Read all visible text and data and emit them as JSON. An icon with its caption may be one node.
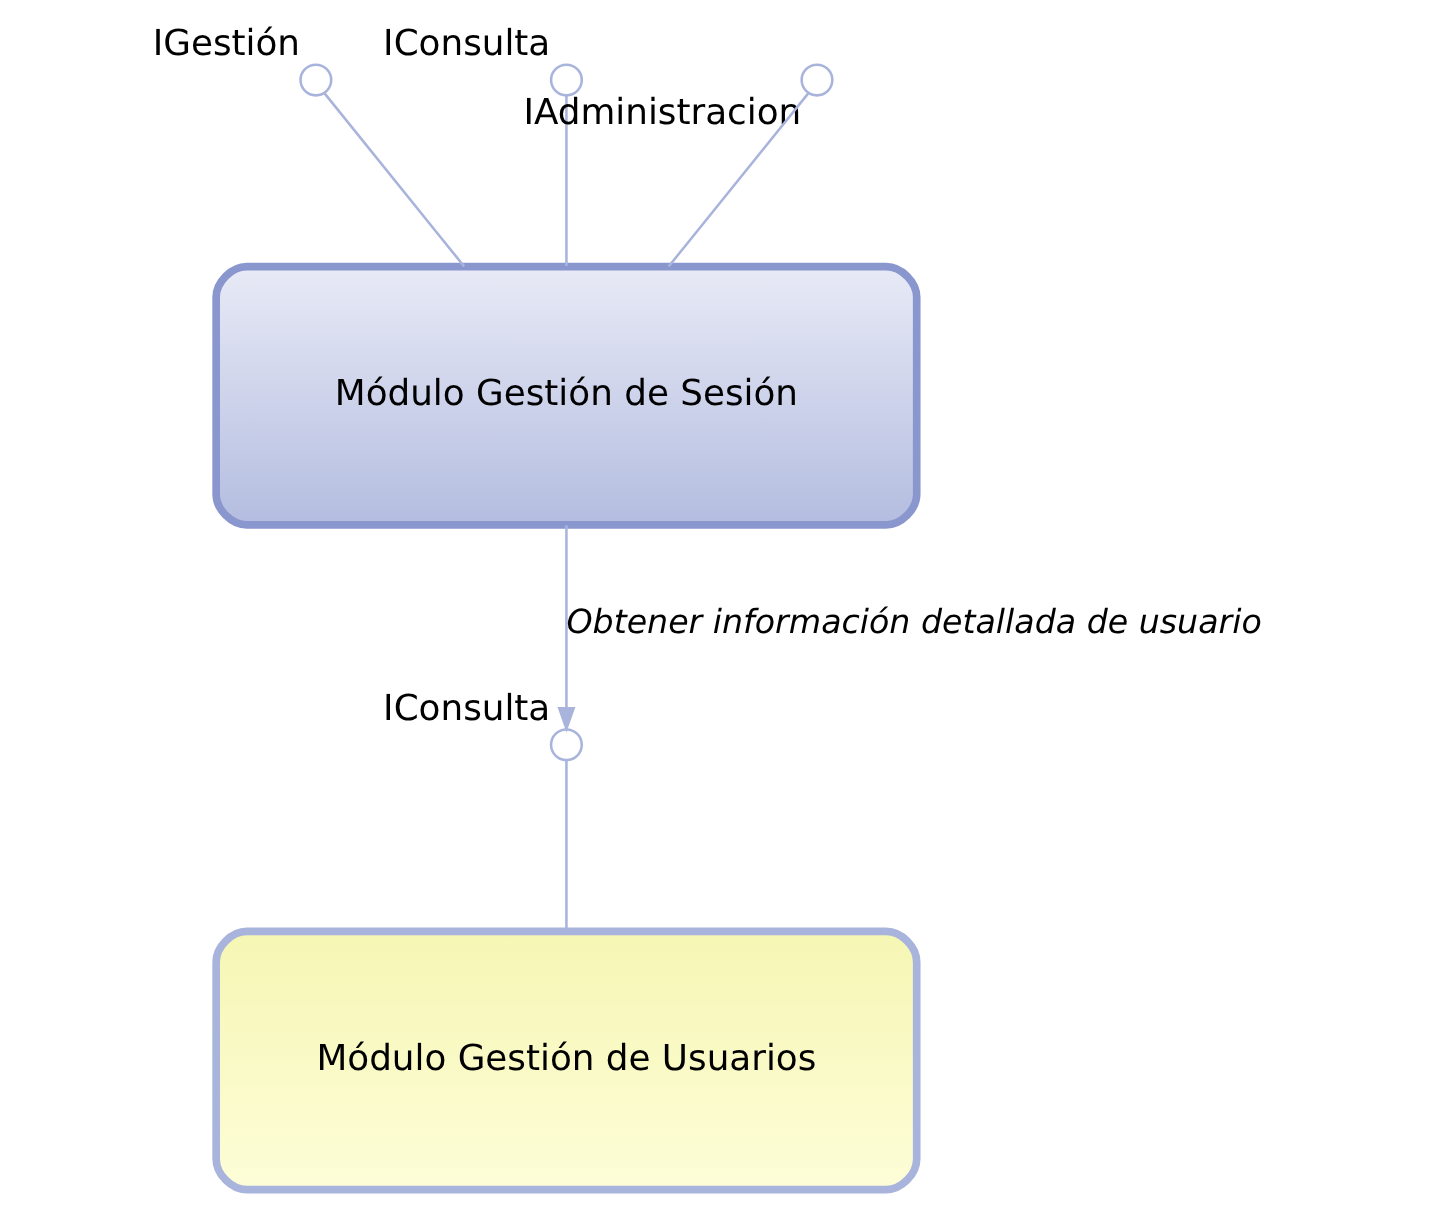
{
  "diagram": {
    "nodes": [
      {
        "text": [],
        "shape": "circle",
        "beside": [
          "IGestión"
        ]
      },
      {
        "text": [],
        "shape": "circle",
        "beside": [
          "IConsulta"
        ]
      },
      {
        "text": [],
        "shape": "circle",
        "beside": [
          "IAdministracion"
        ]
      },
      {
        "text": [
          "Módulo Gestión de Sesión"
        ]
      },
      {
        "text": [],
        "shape": "circle",
        "beside": [
          "IConsulta"
        ]
      },
      {
        "text": [
          "Módulo Gestión de Usuarios"
        ]
      }
    ],
    "edges": [
      {
        "from": 0,
        "to": 3,
        "arrow": "none"
      },
      {
        "from": 1,
        "to": 3,
        "arrow": "none"
      },
      {
        "from": 2,
        "to": 3,
        "arrow": "none"
      },
      {
        "from": 3,
        "to": 4,
        "arrow": "to",
        "label": "Obtener información detallada de usuario"
      },
      {
        "from": 4,
        "to": 5,
        "arrow": "none"
      }
    ]
  }
}
